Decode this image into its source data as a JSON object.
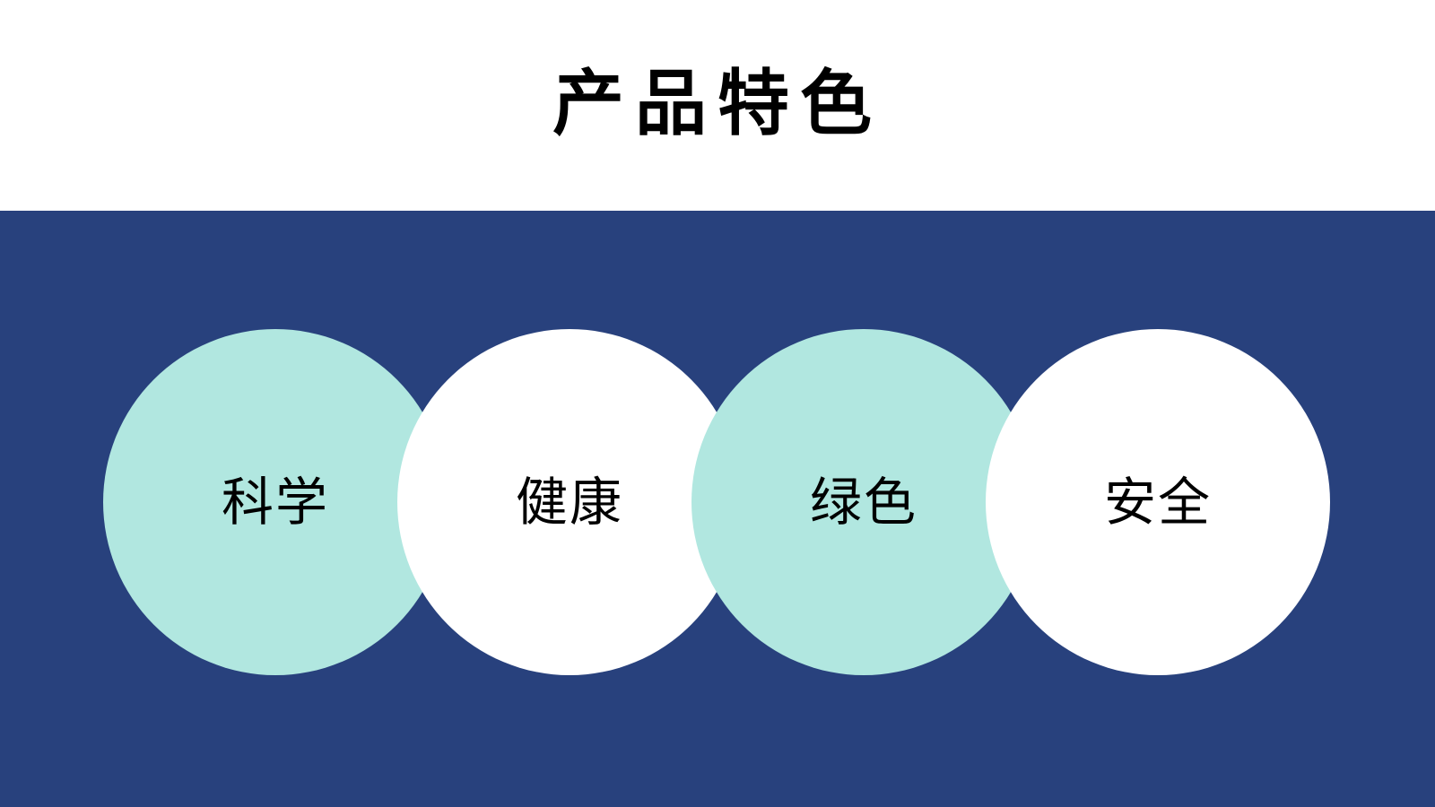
{
  "title": "产品特色",
  "colors": {
    "band": "#28417d",
    "teal": "#b1e7e0",
    "white": "#ffffff"
  },
  "features": [
    {
      "label": "科学",
      "fill": "teal"
    },
    {
      "label": "健康",
      "fill": "white"
    },
    {
      "label": "绿色",
      "fill": "teal"
    },
    {
      "label": "安全",
      "fill": "white"
    }
  ]
}
